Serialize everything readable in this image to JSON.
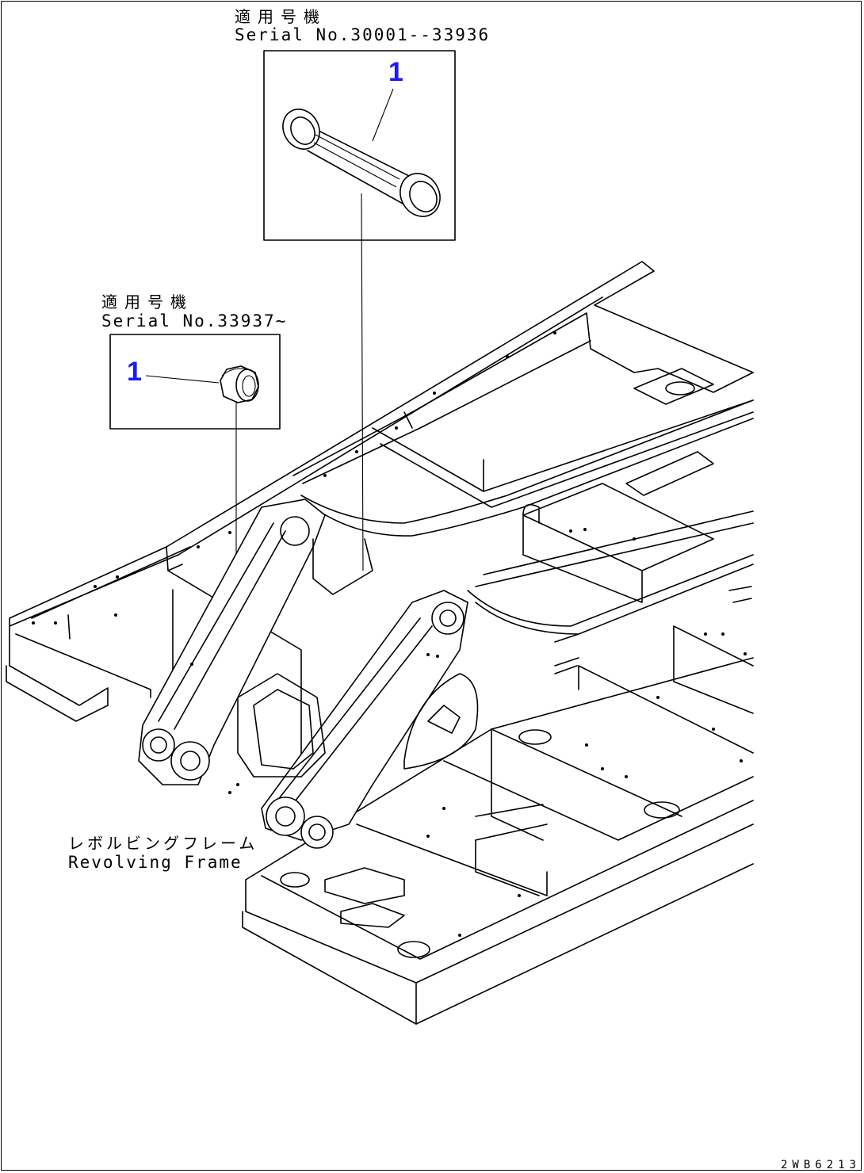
{
  "upper_detail": {
    "applicable_label_jp": "適用号機",
    "serial_label": "Serial No.30001--33936",
    "callout": "1",
    "part": "pin"
  },
  "lower_detail": {
    "applicable_label_jp": "適用号機",
    "serial_label": "Serial No.33937~",
    "callout": "1",
    "part": "bushing"
  },
  "main_assembly": {
    "label_jp": "レボルビングフレーム",
    "label_en": "Revolving Frame"
  },
  "drawing_code": "2WB6213"
}
